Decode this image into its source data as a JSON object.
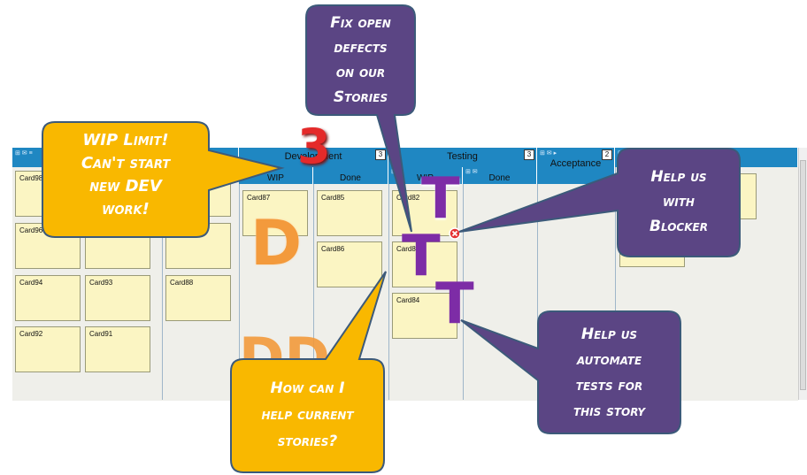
{
  "lanes": {
    "development": {
      "title": "Development",
      "wip_limit": "3",
      "sub": [
        "WIP",
        "Done"
      ]
    },
    "testing": {
      "title": "Testing",
      "wip_limit": "3",
      "sub": [
        "WIP",
        "Done"
      ]
    },
    "acceptance": {
      "title": "Acceptance",
      "wip_limit": "2"
    }
  },
  "cards": [
    {
      "id": "card98",
      "label": "Card98"
    },
    {
      "id": "card96",
      "label": "Card96"
    },
    {
      "id": "card94",
      "label": "Card94"
    },
    {
      "id": "card93",
      "label": "Card93"
    },
    {
      "id": "card88",
      "label": "Card88"
    },
    {
      "id": "card92",
      "label": "Card92"
    },
    {
      "id": "card91",
      "label": "Card91"
    },
    {
      "id": "card87",
      "label": "Card87"
    },
    {
      "id": "card85",
      "label": "Card85"
    },
    {
      "id": "card86",
      "label": "Card86"
    },
    {
      "id": "card82",
      "label": "Card82"
    },
    {
      "id": "card83",
      "label": "Card83"
    },
    {
      "id": "card84",
      "label": "Card84"
    }
  ],
  "overlay": {
    "wip_number": "3",
    "letter_d": "D",
    "letters_dd": "DD",
    "letter_t": "T"
  },
  "callouts": {
    "wip_limit": [
      "WIP Limit!",
      "Can't start",
      "new DEV",
      "work!"
    ],
    "fix_defects": [
      "Fix open",
      "defects",
      "on our",
      "Stories"
    ],
    "blocker": [
      "Help us",
      "with",
      "Blocker"
    ],
    "automate": [
      "Help us",
      "automate",
      "tests for",
      "this story"
    ],
    "help_current": [
      "How can I",
      "help current",
      "stories?"
    ]
  },
  "colors": {
    "lane_blue": "#1f87c2",
    "card": "#fbf5c3",
    "yellow_callout": "#f9b800",
    "purple_callout": "#5b4584"
  }
}
